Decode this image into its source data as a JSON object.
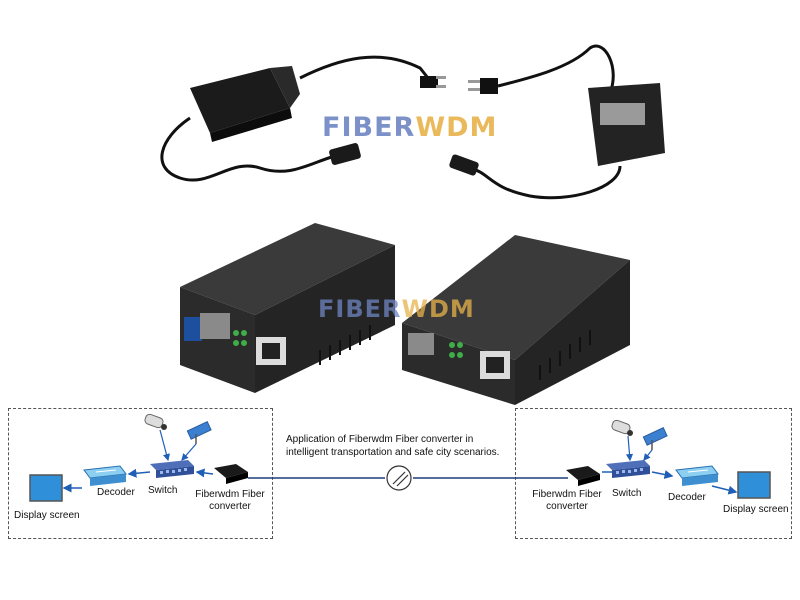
{
  "watermark": {
    "part1": "FIBER",
    "part2": "WDM"
  },
  "description": "Application of Fiberwdm Fiber converter in intelligent transportation and safe city scenarios.",
  "left": {
    "display_label": "Display screen",
    "decoder_label": "Decoder",
    "switch_label": "Switch",
    "converter_label": "Fiberwdm Fiber converter"
  },
  "right": {
    "display_label": "Display screen",
    "decoder_label": "Decoder",
    "switch_label": "Switch",
    "converter_label": "Fiberwdm Fiber converter"
  },
  "colors": {
    "accent": "#1f5fb8",
    "screen": "#2f8fd8",
    "device_dark": "#2e2e2e",
    "watermark_blue": "#6f86c4",
    "watermark_orange": "#e8b24b"
  }
}
